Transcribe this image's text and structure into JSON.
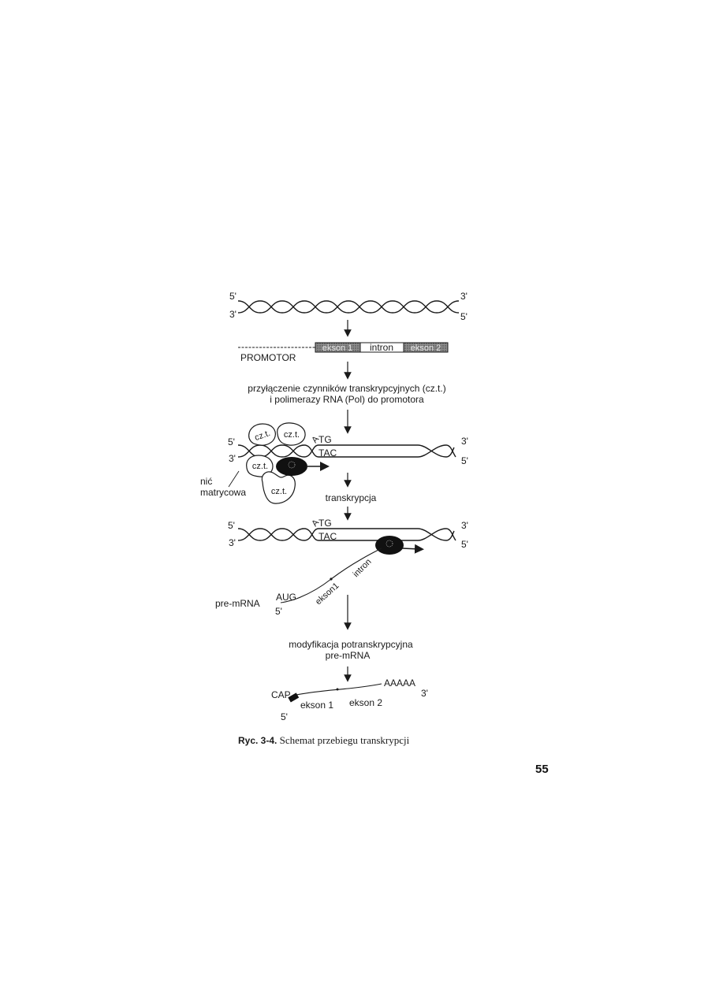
{
  "figure": {
    "dna_top": {
      "end_5_left": "5'",
      "end_3_left": "3'",
      "end_3_right": "3'",
      "end_5_right": "5'"
    },
    "gene": {
      "promotor": "PROMOTOR",
      "exon1": "ekson 1",
      "intron": "intron",
      "exon2": "ekson 2"
    },
    "step1_text": {
      "line1": "przyłączenie czynników transkrypcyjnych (cz.t.)",
      "line2": "i polimerazy RNA (Pol) do promotora"
    },
    "panel2": {
      "end_5_left": "5'",
      "end_3_left": "3'",
      "end_3_right": "3'",
      "end_5_right": "5'",
      "factor": "cz.t.",
      "nic_line1": "nić",
      "nic_line2": "matrycowa",
      "codon_a": "A",
      "codon_tg": "TG",
      "codon_tac": "TAC"
    },
    "step2_text": "transkrypcja",
    "panel3": {
      "end_5_left": "5'",
      "end_3_left": "3'",
      "end_3_right": "3'",
      "end_5_right": "5'",
      "codon_a": "A",
      "codon_tg": "TG",
      "codon_tac": "TAC",
      "intron": "intron",
      "exon1": "ekson1",
      "aug": "AUG",
      "rna_5": "5'",
      "pre_mrna": "pre-mRNA"
    },
    "step3_text": {
      "line1": "modyfikacja potranskrypcyjna",
      "line2": "pre-mRNA"
    },
    "panel4": {
      "cap": "CAP",
      "polya": "AAAAA",
      "end_3": "3'",
      "end_5": "5'",
      "exon1": "ekson 1",
      "exon2": "ekson 2"
    }
  },
  "caption": {
    "label": "Ryc. 3-4.",
    "text": "Schemat przebiegu transkrypcji"
  },
  "page_number": "55"
}
